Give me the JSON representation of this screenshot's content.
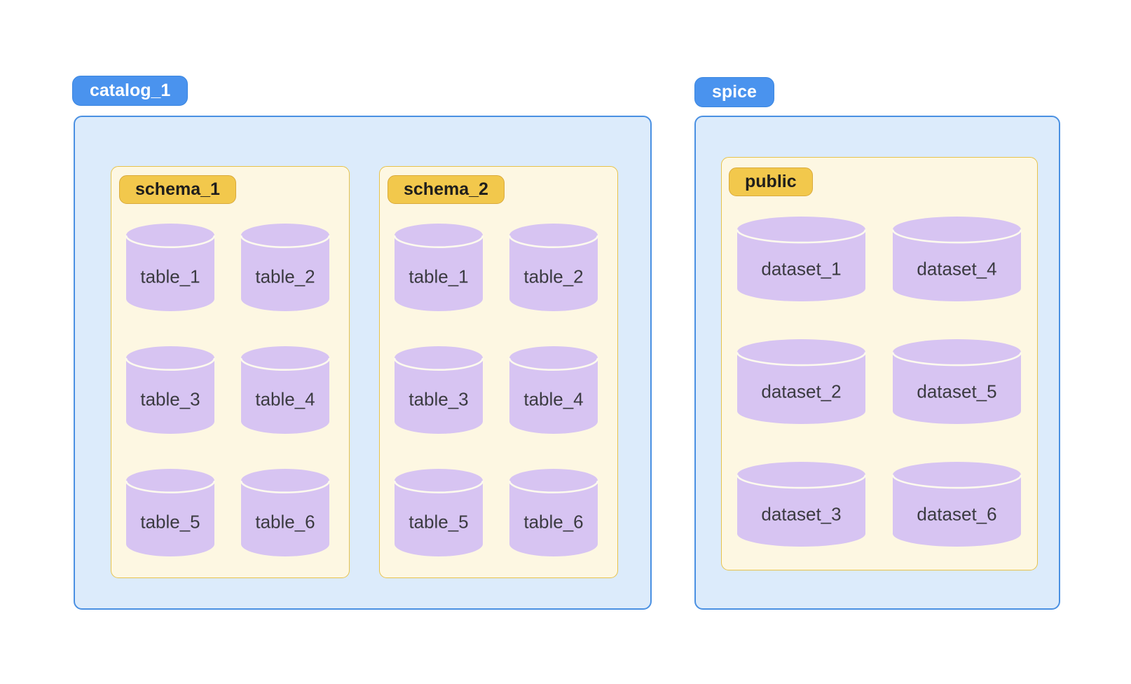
{
  "catalog": {
    "label": "catalog_1",
    "schemas": [
      {
        "label": "schema_1",
        "tables": [
          "table_1",
          "table_2",
          "table_3",
          "table_4",
          "table_5",
          "table_6"
        ]
      },
      {
        "label": "schema_2",
        "tables": [
          "table_1",
          "table_2",
          "table_3",
          "table_4",
          "table_5",
          "table_6"
        ]
      }
    ]
  },
  "spice": {
    "label": "spice",
    "schemas": [
      {
        "label": "public",
        "datasets": [
          "dataset_1",
          "dataset_2",
          "dataset_3",
          "dataset_4",
          "dataset_5",
          "dataset_6"
        ],
        "arrangement": "column-major"
      }
    ]
  },
  "colors": {
    "blue_badge_bg": "#4a93ee",
    "blue_badge_border": "#3a86e0",
    "blue_badge_text": "#ffffff",
    "container_bg": "#dcebfb",
    "container_border": "#4a90e2",
    "schema_box_bg": "#fdf7e2",
    "schema_box_border": "#e7c34b",
    "yellow_badge_bg": "#f2c84c",
    "yellow_badge_border": "#d9aa3c",
    "yellow_badge_text": "#1f1e1c",
    "cylinder_fill": "#d7c4f2",
    "cylinder_rim": "#fdfaee",
    "cylinder_text": "#3b3b41"
  }
}
